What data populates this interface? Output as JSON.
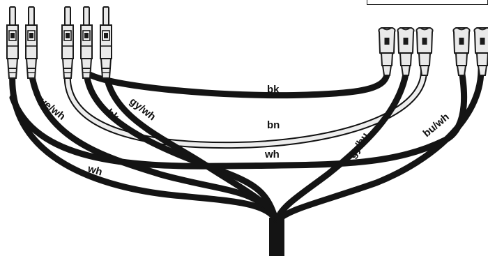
{
  "diagram": {
    "colors": {
      "wire_dark": "#141414",
      "wire_light": "#ededed",
      "wire_outline": "#111111",
      "connector_fill": "#e9e9e9",
      "connector_stroke": "#1a1a1a",
      "background": "#ffffff"
    },
    "wires": [
      {
        "id": "wire-ye-wh",
        "label": "ye/wh",
        "color": "dark"
      },
      {
        "id": "wire-wh-left",
        "label": "wh",
        "color": "dark"
      },
      {
        "id": "wire-bk-left",
        "label": "bk",
        "color": "dark"
      },
      {
        "id": "wire-gy-wh",
        "label": "gy/wh",
        "color": "dark"
      },
      {
        "id": "wire-bk-top",
        "label": "bk",
        "color": "dark"
      },
      {
        "id": "wire-bn",
        "label": "bn",
        "color": "light"
      },
      {
        "id": "wire-wh-center",
        "label": "wh",
        "color": "dark"
      },
      {
        "id": "wire-gy-bu",
        "label": "gy/bu",
        "color": "dark"
      },
      {
        "id": "wire-bu-wh",
        "label": "bu/wh",
        "color": "dark"
      }
    ],
    "male_connector_count": 5,
    "female_connector_count": 5,
    "icons": [
      "male-spade-connector-icon",
      "female-spade-connector-icon",
      "cable-trunk-icon"
    ]
  }
}
